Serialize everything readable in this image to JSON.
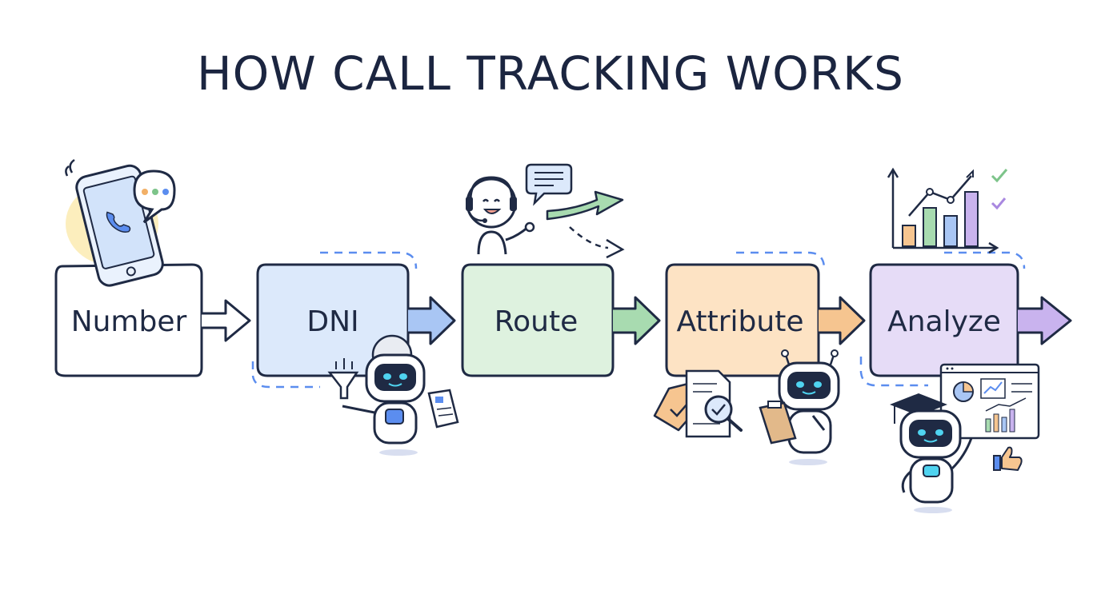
{
  "title": "HOW CALL TRACKING WORKS",
  "steps": [
    {
      "label": "Number",
      "fill": "#ffffff",
      "accent": "#1f2a44"
    },
    {
      "label": "DNI",
      "fill": "#dce9fb",
      "accent": "#5b8def"
    },
    {
      "label": "Route",
      "fill": "#def2df",
      "accent": "#7dc48a"
    },
    {
      "label": "Attribute",
      "fill": "#fde3c4",
      "accent": "#f2b067"
    },
    {
      "label": "Analyze",
      "fill": "#e6dcf7",
      "accent": "#a988e0"
    }
  ],
  "colors": {
    "ink": "#1f2a44",
    "blue": "#5b8def",
    "green": "#7dc48a",
    "orange": "#f2b067",
    "purple": "#a988e0",
    "yellow": "#fbe7a1",
    "robot_screen": "#1f2a44",
    "robot_eye": "#4fd3f0"
  },
  "icons": {
    "number": "smartphone-icon",
    "number_extra": "chat-bubble-icon",
    "dni": "robot-icon",
    "route": "call-agent-icon",
    "attribute": "robot-icon",
    "analyze": "bar-chart-icon",
    "analyze_extra": "dashboard-icon"
  }
}
